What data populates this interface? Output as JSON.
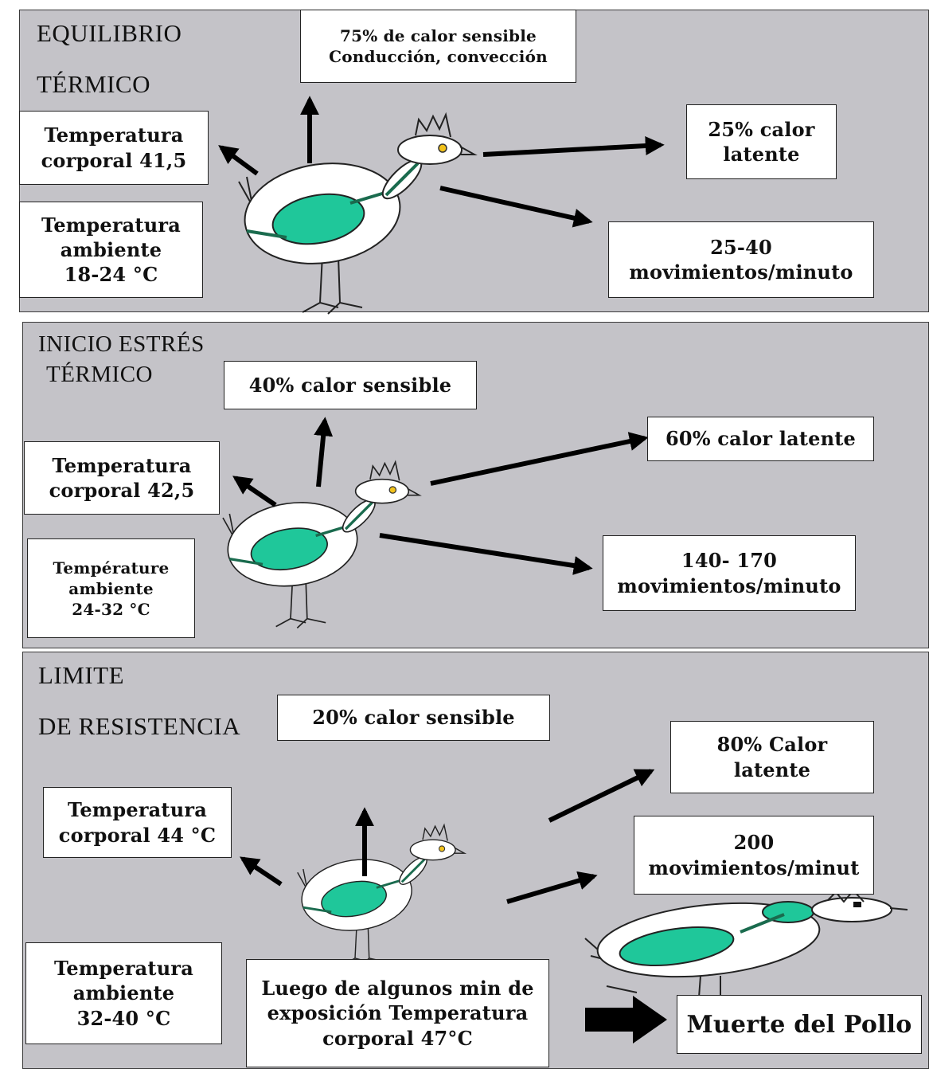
{
  "panel1": {
    "title_line1": "EQUILIBRIO",
    "title_line2": "TÉRMICO",
    "sensible": "75% de calor sensible\nConducción, convección",
    "body_temp": "Temperatura\ncorporal 41,5",
    "ambient_temp": "Temperatura\nambiente\n18-24 °C",
    "latent": "25% calor\nlatente",
    "breathing": "25-40\nmovimientos/minuto"
  },
  "panel2": {
    "title_line1": "INICIO ESTRÉS",
    "title_line2": "TÉRMICO",
    "sensible": "40% calor sensible",
    "body_temp": "Temperatura\ncorporal 42,5",
    "ambient_temp": "Température\nambiente\n24-32 °C",
    "latent": "60% calor  latente",
    "breathing": "140- 170\nmovimientos/minuto"
  },
  "panel3": {
    "title_line1": "LIMITE",
    "title_line2": "DE RESISTENCIA",
    "sensible": "20% calor sensible",
    "body_temp": "Temperatura\ncorporal 44 °C",
    "ambient_temp": "Temperatura\nambiente\n32-40 °C",
    "latent": "80% Calor\nlatente",
    "breathing": "200\nmovimientos/minut",
    "exposure": "Luego de algunos min de\nexposición Temperatura\ncorporal 47°C",
    "death": "Muerte del Pollo"
  },
  "colors": {
    "panel_bg": "#c4c3c8",
    "body_fill": "#1fc79a",
    "eye": "#f2c21a"
  }
}
